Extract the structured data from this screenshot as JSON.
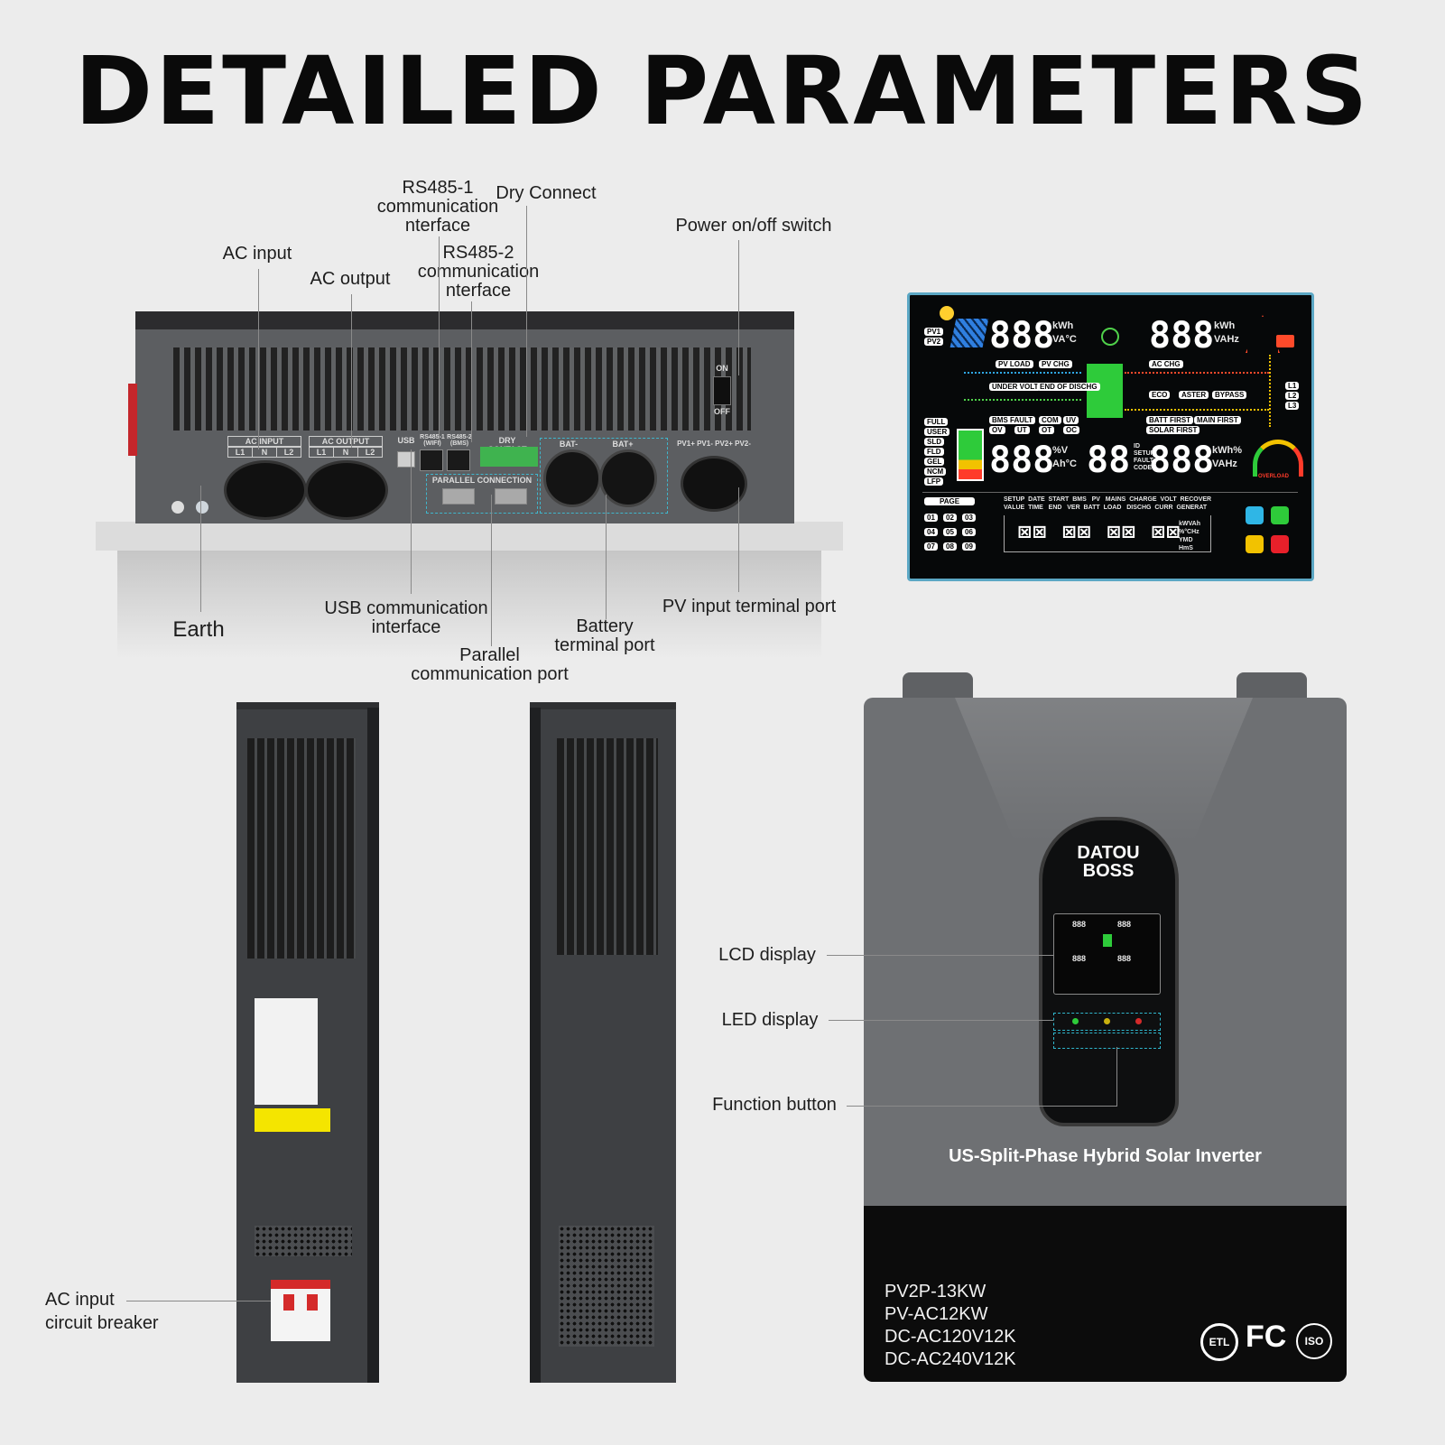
{
  "title": "DETAILED PARAMETERS",
  "labels": {
    "rs485_1": [
      "RS485-1",
      "communication",
      "nterface"
    ],
    "dry_connect": "Dry Connect",
    "power_switch": "Power on/off switch",
    "ac_input": "AC input",
    "ac_output": "AC output",
    "rs485_2": [
      "RS485-2",
      "communication",
      "nterface"
    ],
    "earth": "Earth",
    "usb": [
      "USB communication",
      "interface"
    ],
    "battery": [
      "Battery",
      "terminal port"
    ],
    "pv_input": "PV input terminal port",
    "parallel": [
      "Parallel",
      "communication port"
    ],
    "lcd_display": "LCD display",
    "led_display": "LED display",
    "function_button": "Function button",
    "ac_breaker": [
      "AC input",
      "circuit breaker"
    ]
  },
  "panel_print": {
    "ac_input": "AC INPUT",
    "ac_input_terms": [
      "L1",
      "N",
      "L2"
    ],
    "ac_output": "AC OUTPUT",
    "ac_output_terms": [
      "L1",
      "N",
      "L2"
    ],
    "usb": "USB",
    "rs1": "RS485-1 (WIFI)",
    "rs2": "RS485-2 (BMS)",
    "dry": "DRY CONTACT",
    "parallel": "PARALLEL CONNECTION",
    "bat_minus": "BAT-",
    "bat_plus": "BAT+",
    "pv": "PV1+  PV1-  PV2+  PV2-",
    "on": "ON",
    "off": "OFF"
  },
  "lcd": {
    "digits": "888",
    "digits2": "88",
    "top_left_units": [
      "kWh",
      "VA°C"
    ],
    "top_right_units": [
      "kWh",
      "VAHz"
    ],
    "bottom_left_units": [
      "%V",
      "Ah°C"
    ],
    "bottom_right_units": [
      "kWh%",
      "VAHz"
    ],
    "pv_tags": [
      "PV1",
      "PV2"
    ],
    "flow_chips_left": [
      "PV LOAD",
      "PV CHG",
      "UNDER VOLT",
      "END OF DISCHG",
      "BMS FAULT",
      "COM",
      "UV",
      "OV",
      "UT",
      "OT",
      "OC"
    ],
    "flow_chips_right": [
      "AC CHG",
      "ECO",
      "ASTER",
      "BYPASS",
      "BATT FIRST",
      "MAIN FIRST",
      "SOLAR FIRST"
    ],
    "phase_tags": [
      "L1",
      "L2",
      "L3"
    ],
    "battery_types": [
      "FULL",
      "USER",
      "SLD",
      "FLD",
      "GEL",
      "NCM",
      "LFP"
    ],
    "mode_words": [
      "ID",
      "SETUP",
      "FAULT",
      "CODE"
    ],
    "page_label": "PAGE",
    "pages": [
      "01",
      "02",
      "03",
      "04",
      "05",
      "06",
      "07",
      "08",
      "09"
    ],
    "setup_row1": "SETUP  DATE  START  BMS   PV   MAINS  CHARGE  VOLT  RECOVER",
    "setup_row2": "VALUE  TIME   END   VER  BATT  LOAD   DISCHG  CURR  GENERAT",
    "bottom_units": [
      "kWVAh",
      "%°CHz",
      "YMD",
      "HmS"
    ],
    "overload": "OVERLOAD"
  },
  "front": {
    "brand": [
      "DATOU",
      "BOSS"
    ],
    "product_name": "US-Split-Phase Hybrid Solar Inverter",
    "models": [
      "PV2P-13KW",
      "PV-AC12KW",
      "DC-AC120V12K",
      "DC-AC240V12K"
    ],
    "certs": [
      "ETL",
      "FC",
      "ISO"
    ]
  },
  "colors": {
    "background": "#ececec",
    "unit_body": "#5c5e61",
    "lcd_border": "#5ba7c4",
    "flow_blue": "#2fa7e6",
    "flow_green": "#4fd14a",
    "flow_yellow": "#f2c200",
    "flow_red": "#ff4a2a"
  }
}
